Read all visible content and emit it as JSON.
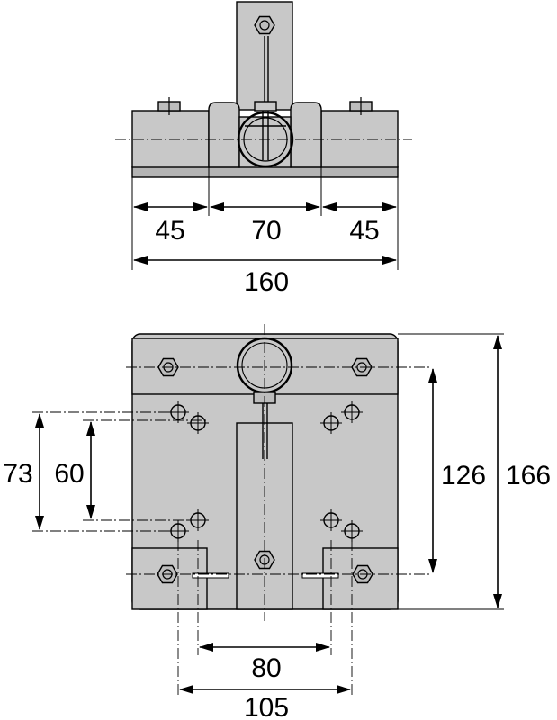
{
  "dimensions": {
    "top_left_45": "45",
    "top_middle_70": "70",
    "top_right_45": "45",
    "top_total_160": "160",
    "left_outer_73": "73",
    "left_inner_60": "60",
    "right_inner_126": "126",
    "right_outer_166": "166",
    "bottom_inner_80": "80",
    "bottom_outer_105": "105"
  }
}
